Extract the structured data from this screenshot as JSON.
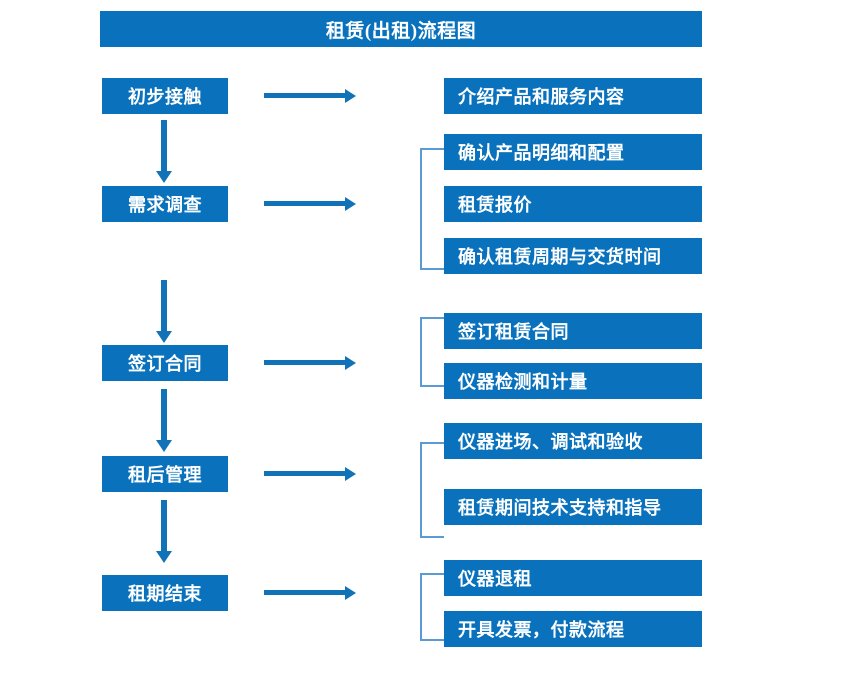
{
  "diagram": {
    "title": "租赁(出租)流程图",
    "accent_color": "#0a72bd",
    "arrow_color": "#1272b8",
    "bracket_color": "#5b9bd5",
    "stages": [
      {
        "id": "stage-1",
        "label": "初步接触",
        "tasks": [
          "介绍产品和服务内容"
        ]
      },
      {
        "id": "stage-2",
        "label": "需求调查",
        "tasks": [
          "确认产品明细和配置",
          "租赁报价",
          "确认租赁周期与交货时间"
        ]
      },
      {
        "id": "stage-3",
        "label": "签订合同",
        "tasks": [
          "签订租赁合同",
          "仪器检测和计量"
        ]
      },
      {
        "id": "stage-4",
        "label": "租后管理",
        "tasks": [
          "仪器进场、调试和验收",
          "租赁期间技术支持和指导"
        ]
      },
      {
        "id": "stage-5",
        "label": "租期结束",
        "tasks": [
          "仪器退租",
          "开具发票，付款流程"
        ]
      }
    ]
  },
  "chart_data": {
    "type": "diagram",
    "title": "租赁(出租)流程图",
    "nodes": [
      {
        "stage": "初步接触",
        "outputs": [
          "介绍产品和服务内容"
        ]
      },
      {
        "stage": "需求调查",
        "outputs": [
          "确认产品明细和配置",
          "租赁报价",
          "确认租赁周期与交货时间"
        ]
      },
      {
        "stage": "签订合同",
        "outputs": [
          "签订租赁合同",
          "仪器检测和计量"
        ]
      },
      {
        "stage": "租后管理",
        "outputs": [
          "仪器进场、调试和验收",
          "租赁期间技术支持和指导"
        ]
      },
      {
        "stage": "租期结束",
        "outputs": [
          "仪器退租",
          "开具发票，付款流程"
        ]
      }
    ],
    "flow": [
      "初步接触",
      "需求调查",
      "签订合同",
      "租后管理",
      "租期结束"
    ]
  }
}
